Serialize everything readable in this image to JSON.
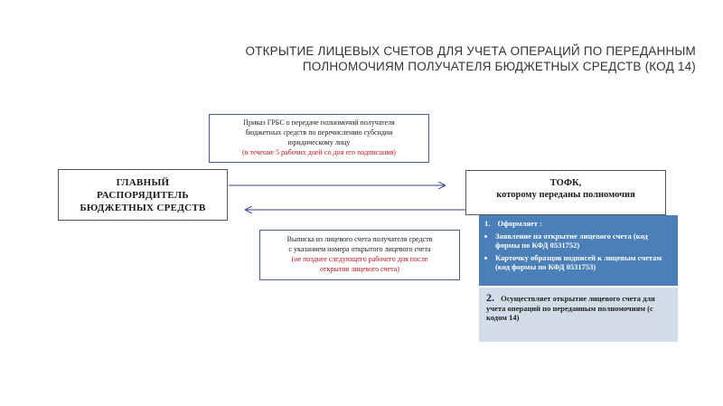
{
  "title": {
    "line1": "ОТКРЫТИЕ ЛИЦЕВЫХ СЧЕТОВ ДЛЯ УЧЕТА ОПЕРАЦИЙ ПО ПЕРЕДАННЫМ",
    "line2": "ПОЛНОМОЧИЯМ ПОЛУЧАТЕЛЯ БЮДЖЕТНЫХ СРЕДСТВ (КОД 14)"
  },
  "order_box": {
    "line1": "Приказ ГРБС о передаче полномочий получателя",
    "line2": "бюджетных средств  по перечислению субсидии",
    "line3": "юридическому лицу",
    "deadline": "(в течение 5 рабочих дней со дня его подписания)"
  },
  "grbs_box": {
    "line1": "ГЛАВНЫЙ",
    "line2": "РАСПОРЯДИТЕЛЬ",
    "line3": "БЮДЖЕТНЫХ СРЕДСТВ"
  },
  "tofk_box": {
    "line1": "ТОФК,",
    "line2": "которому переданы полномочия"
  },
  "extract_box": {
    "line1": "Выписка из лицевого счета получателя средств",
    "line2": "с указанием номера открытого лицевого счета",
    "deadline1": "(не позднее следующего рабочего дня после",
    "deadline2": "открытия лицевого счета)"
  },
  "steps": {
    "step1_number": "1.",
    "step1_title": "Оформляет :",
    "step1_items": [
      "Заявление на открытие лицевого счета (код формы по КФД 0531752)",
      "Карточку образцов подписей к лицевым счетам (код формы по КФД 0531753)"
    ],
    "step2_number": "2.",
    "step2_text": "Осуществляет открытие лицевого счета для учета операций по переданным полномочиям (с кодом 14)"
  },
  "colors": {
    "blue_box": "#4a7fb8",
    "grey_box": "#d2dbe8",
    "deadline_text": "#c0151c",
    "arrow": "#2f3f8f"
  }
}
